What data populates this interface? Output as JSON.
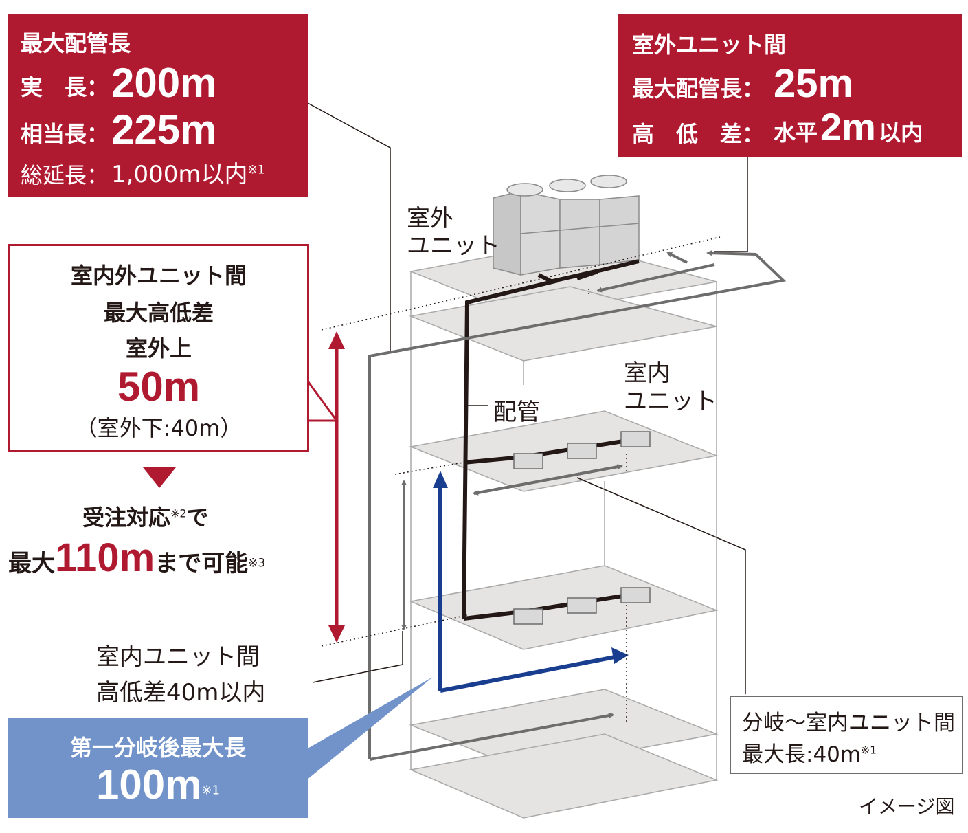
{
  "box_max_pipe": {
    "title": "最大配管長",
    "actual_label": "実　長：",
    "actual_value": "200m",
    "equiv_label": "相当長：",
    "equiv_value": "225m",
    "total_label": "総延長：",
    "total_value": "1,000m以内",
    "total_note": "※1"
  },
  "box_outdoor": {
    "title": "室外ユニット間",
    "max_label": "最大配管長：",
    "max_value": "25m",
    "height_label": "高　低　差：",
    "height_prefix": "水平",
    "height_value": "2m",
    "height_suffix": "以内"
  },
  "box_height_diff": {
    "line1": "室内外ユニット間",
    "line2": "最大高低差",
    "line3": "室外上",
    "value": "50m",
    "sub": "（室外下:40m）"
  },
  "order": {
    "line1_text": "受注対応",
    "line1_note": "※2",
    "line1_tail": "で",
    "line2_prefix": "最大",
    "line2_value": "110m",
    "line2_suffix": "まで可能",
    "line2_note": "※3"
  },
  "labels": {
    "outdoor_unit_1": "室外",
    "outdoor_unit_2": "ユニット",
    "indoor_unit_1": "室内",
    "indoor_unit_2": "ユニット",
    "piping": "配管",
    "indoor_diff_1": "室内ユニット間",
    "indoor_diff_2": "高低差40m以内",
    "image_note": "イメージ図"
  },
  "box_first_branch": {
    "title": "第一分岐後最大長",
    "value": "100m",
    "note": "※1"
  },
  "box_branch": {
    "line1": "分岐～室内ユニット間",
    "line2_text": "最大長:40m",
    "line2_note": "※1"
  },
  "colors": {
    "red": "#b01a30",
    "blue_box": "#7193c9",
    "blue_arrow": "#1a3e8f",
    "gray_arrow": "#6d6d6d",
    "pipe": "#231815"
  }
}
